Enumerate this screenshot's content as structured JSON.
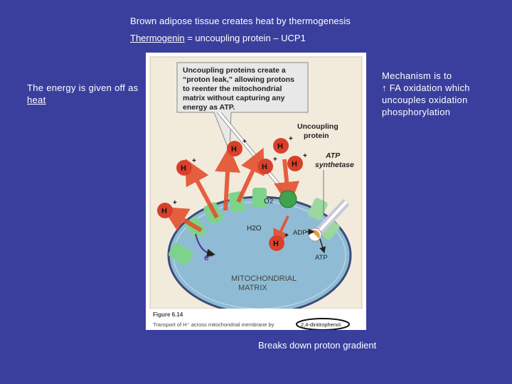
{
  "header": {
    "title": "Brown adipose tissue creates heat by thermogenesis",
    "subtitle_term": "Thermogenin",
    "subtitle_rest": " = uncoupling protein – UCP1"
  },
  "left_note": {
    "prefix": "The energy is given off as ",
    "keyword": "heat"
  },
  "right_note": {
    "lines": [
      "Mechanism is to",
      "↑ FA oxidation which",
      "uncouples oxidation",
      "phosphorylation"
    ]
  },
  "bottom_note": "Breaks down proton gradient",
  "figure": {
    "callout_lines": [
      "Uncoupling  proteins create a",
      "“proton leak,” allowing protons",
      "to reenter the mitochondrial",
      "matrix without capturing any",
      "energy as ATP."
    ],
    "uncoupling_label": [
      "Uncoupling",
      "protein"
    ],
    "atp_synthetase_label": [
      "ATP",
      "synthetase"
    ],
    "proton_letter": "H",
    "plus_sign": "+",
    "o2_label": "O2",
    "h2o_label": "H2O",
    "adp_label": "ADP",
    "atp_label": "ATP",
    "electron_label": "e⁻",
    "matrix_label": [
      "MITOCHONDRIAL",
      "MATRIX"
    ],
    "figure_number": "Figure 6.14",
    "caption_prefix": "Transport of H⁺ across mitochondrial membrane by ",
    "caption_circled": "2,4-dinitrophenol."
  },
  "colors": {
    "background": "#3a3f9e",
    "matrix_fill": "#8fbcd4",
    "membrane_protein": "#7ed38a",
    "proton_red": "#d9402b",
    "arrow_red": "#e4502f",
    "callout_fill": "#e8e8e8"
  }
}
